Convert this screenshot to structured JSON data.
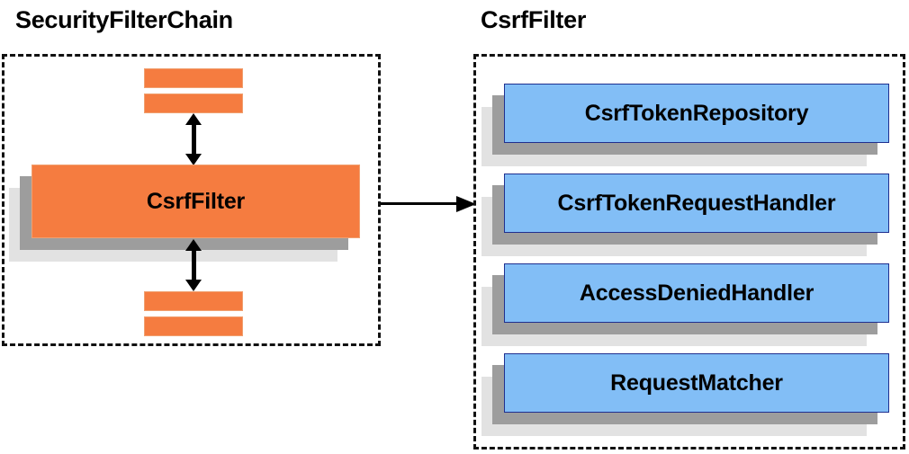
{
  "diagram": {
    "title_left": "SecurityFilterChain",
    "title_right": "CsrfFilter",
    "left_panel": {
      "main_card_label": "CsrfFilter",
      "top_bars": [
        "filter-bar",
        "filter-bar"
      ],
      "bottom_bars": [
        "filter-bar",
        "filter-bar"
      ],
      "arrow_up": "double-headed-vertical-arrow",
      "arrow_down": "double-headed-vertical-arrow"
    },
    "connector": {
      "kind": "right-arrow",
      "from": "CsrfFilter",
      "to": "CsrfFilter collaborators"
    },
    "right_panel": {
      "cards": [
        {
          "label": "CsrfTokenRepository"
        },
        {
          "label": "CsrfTokenRequestHandler"
        },
        {
          "label": "AccessDeniedHandler"
        },
        {
          "label": "RequestMatcher"
        }
      ]
    },
    "colors": {
      "orange": "#f57c40",
      "orange_border": "#f0a070",
      "blue": "#82bef6",
      "blue_border": "#1f2f8f",
      "shadow_near": "#9d9d9d",
      "shadow_far": "#e2e2e2",
      "outline": "#111111",
      "background": "#ffffff"
    }
  }
}
